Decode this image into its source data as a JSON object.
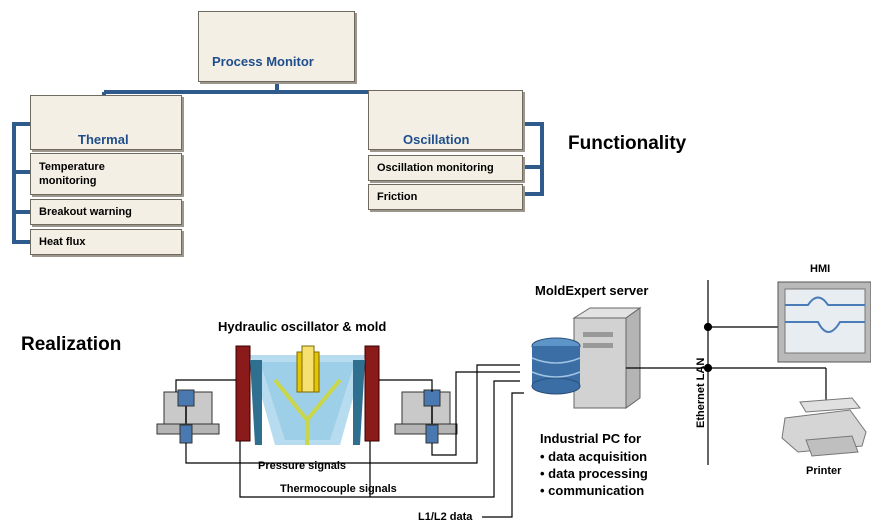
{
  "functionality": {
    "root": "Process Monitor",
    "thermal": {
      "title": "Thermal",
      "items": [
        "Temperature monitoring",
        "Breakout warning",
        "Heat flux"
      ]
    },
    "oscillation": {
      "title": "Oscillation",
      "items": [
        "Oscillation monitoring",
        "Friction"
      ]
    },
    "heading": "Functionality"
  },
  "realization": {
    "heading": "Realization",
    "mold_title": "Hydraulic oscillator & mold",
    "server_title": "MoldExpert server",
    "hmi": "HMI",
    "printer": "Printer",
    "lan": "Ethernet LAN",
    "pc_title": "Industrial PC for",
    "pc_items": [
      "• data acquisition",
      "• data processing",
      "• communication"
    ],
    "signals": [
      "Pressure signals",
      "Thermocouple signals",
      "L1/L2 data"
    ]
  },
  "colors": {
    "tree_line": "#2f5a8c",
    "box_fill": "#f4efe4",
    "mold_wall": "#8b1a1a",
    "server_blue": "#3a6ea5"
  }
}
